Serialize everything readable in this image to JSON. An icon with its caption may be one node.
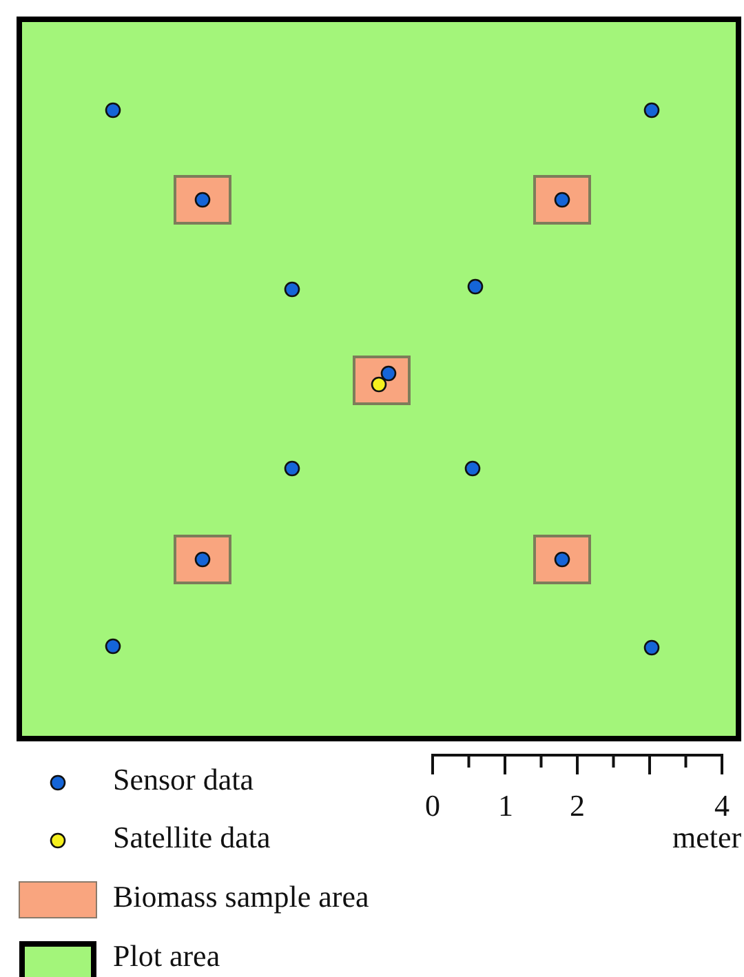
{
  "diagram": {
    "labels": [
      "0",
      "1",
      "2",
      "4",
      "meter"
    ],
    "legend": [
      {
        "text": "Sensor data",
        "color": "#1565d8"
      },
      {
        "text": "Satellite data",
        "color": "#f5f01e"
      },
      {
        "text": "Biomass sample area",
        "color": "#f9a57f"
      },
      {
        "text": "Plot area",
        "color": "#a3f57a"
      }
    ]
  }
}
